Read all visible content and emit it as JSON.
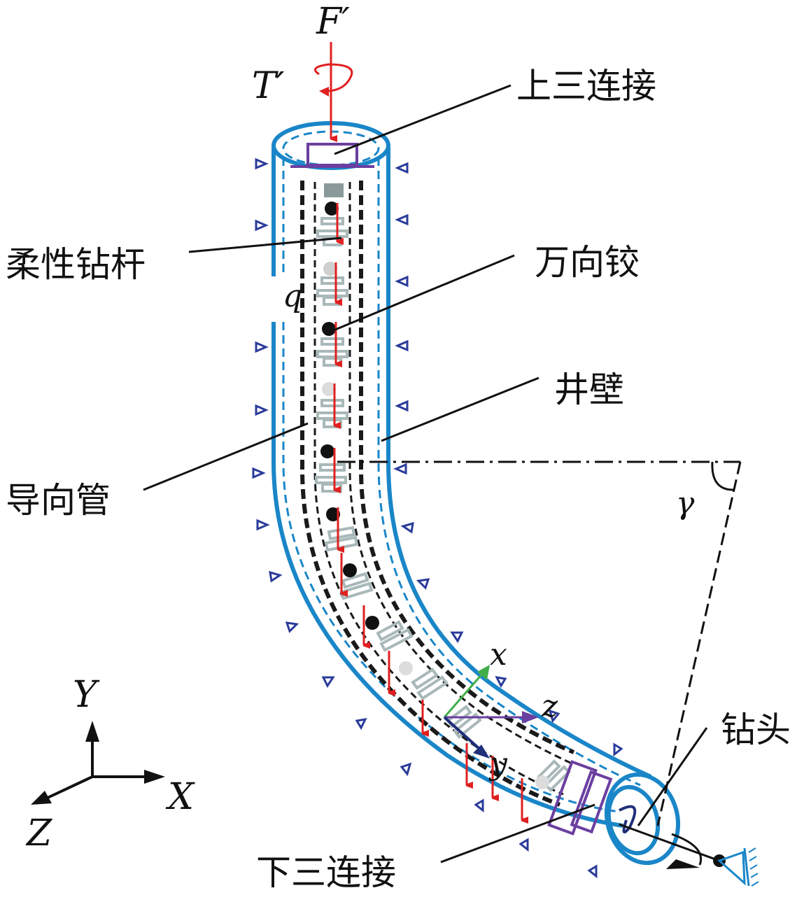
{
  "labels": {
    "force": "F′",
    "torque": "T′",
    "upper_connection": "上三连接",
    "flexible_drill_rod": "柔性钻杆",
    "universal_joint": "万向铰",
    "distributed_load": "q",
    "borehole_wall": "井壁",
    "guide_tube": "导向管",
    "gamma": "γ",
    "drill_bit": "钻头",
    "lower_connection": "下三连接",
    "local_x": "x",
    "local_z": "z",
    "local_y": "y",
    "global_Y": "Y",
    "global_X": "X",
    "global_Z": "Z"
  },
  "colors": {
    "tube": "#1a86c8",
    "guide": "#1a1a1a",
    "force_arrows": "#e02020",
    "connectors": "#6b3fa0",
    "joints": "#a9b8b8",
    "wall_marks": "#2a3b9a",
    "axis_x": "#3fae49",
    "axis_z": "#6b3fa0",
    "axis_y": "#1f2f7a"
  },
  "icons": {
    "torque": "curved-arrow-icon",
    "fixed_support": "pin-support-icon"
  }
}
